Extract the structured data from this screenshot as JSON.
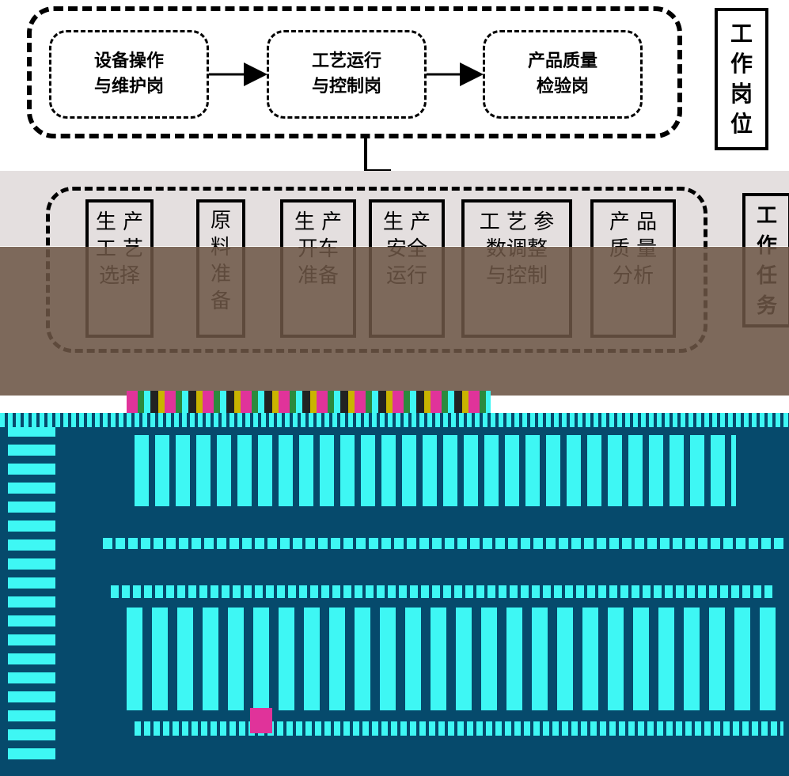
{
  "top_section": {
    "positions": [
      {
        "label": "设备操作\n与维护岗"
      },
      {
        "label": "工艺运行\n与控制岗"
      },
      {
        "label": "产品质量\n检验岗"
      }
    ],
    "side_label": "工\n作\n岗\n位"
  },
  "middle_section": {
    "tasks": [
      {
        "label": "生 产\n工 艺\n选择"
      },
      {
        "label": "原\n料\n准\n备"
      },
      {
        "label": "生 产\n开车\n准备"
      },
      {
        "label": "生 产\n安全\n运行"
      },
      {
        "label": "工 艺 参\n数调整\n与控制"
      },
      {
        "label": "产 品\n质 量\n分析"
      }
    ],
    "side_label": "工\n作\n任\n务"
  },
  "colors": {
    "band_brown": "#6b5444",
    "band_blue": "#064a6c",
    "noise_cyan": "#3ef7f4",
    "noise_magenta": "#e0339a"
  }
}
